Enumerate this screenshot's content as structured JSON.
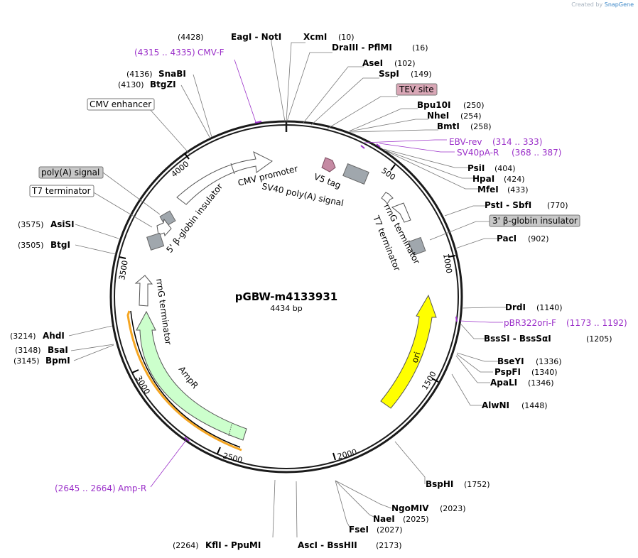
{
  "creator": {
    "prefix": "Created by",
    "brand": "SnapGene"
  },
  "plasmid": {
    "name": "pGBW-m4133931",
    "size_label": "4434 bp",
    "length": 4434
  },
  "ticks": [
    "500",
    "1000",
    "1500",
    "2000",
    "2500",
    "3000",
    "3500",
    "4000"
  ],
  "sites": [
    {
      "id": "eagi-noti",
      "name": "EagI  -  NotI",
      "pos": "(4428)",
      "bp": 4428
    },
    {
      "id": "xcmi",
      "name": "XcmI",
      "pos": "(10)",
      "bp": 10
    },
    {
      "id": "draiii-pflmi",
      "name": "DraIII  -  PflMI",
      "pos": "(16)",
      "bp": 16
    },
    {
      "id": "asei",
      "name": "AseI",
      "pos": "(102)",
      "bp": 102
    },
    {
      "id": "sspi",
      "name": "SspI",
      "pos": "(149)",
      "bp": 149
    },
    {
      "id": "bpu10i",
      "name": "Bpu10I",
      "pos": "(250)",
      "bp": 250
    },
    {
      "id": "nhei",
      "name": "NheI",
      "pos": "(254)",
      "bp": 254
    },
    {
      "id": "bmti",
      "name": "BmtI",
      "pos": "(258)",
      "bp": 258
    },
    {
      "id": "psii",
      "name": "PsiI",
      "pos": "(404)",
      "bp": 404
    },
    {
      "id": "hpai",
      "name": "HpaI",
      "pos": "(424)",
      "bp": 424
    },
    {
      "id": "mfei",
      "name": "MfeI",
      "pos": "(433)",
      "bp": 433
    },
    {
      "id": "psti-sbfi",
      "name": "PstI  -  SbfI",
      "pos": "(770)",
      "bp": 770
    },
    {
      "id": "paci",
      "name": "PacI",
      "pos": "(902)",
      "bp": 902
    },
    {
      "id": "drdi",
      "name": "DrdI",
      "pos": "(1140)",
      "bp": 1140
    },
    {
      "id": "bsssi",
      "name": "BssSI  -  BssSαI",
      "pos": "(1205)",
      "bp": 1205
    },
    {
      "id": "bseyi",
      "name": "BseYI",
      "pos": "(1336)",
      "bp": 1336
    },
    {
      "id": "pspfi",
      "name": "PspFI",
      "pos": "(1340)",
      "bp": 1340
    },
    {
      "id": "apali",
      "name": "ApaLI",
      "pos": "(1346)",
      "bp": 1346
    },
    {
      "id": "alwni",
      "name": "AlwNI",
      "pos": "(1448)",
      "bp": 1448
    },
    {
      "id": "bsphi",
      "name": "BspHI",
      "pos": "(1752)",
      "bp": 1752
    },
    {
      "id": "ngomiv",
      "name": "NgoMIV",
      "pos": "(2023)",
      "bp": 2023
    },
    {
      "id": "naei",
      "name": "NaeI",
      "pos": "(2025)",
      "bp": 2025
    },
    {
      "id": "fsei",
      "name": "FseI",
      "pos": "(2027)",
      "bp": 2027
    },
    {
      "id": "asci",
      "name": "AscI  -  BssHII",
      "pos": "(2173)",
      "bp": 2173
    },
    {
      "id": "kfli",
      "name": "KflI  -  PpuMI",
      "pos": "(2264)",
      "bp": 2264
    },
    {
      "id": "bpmi",
      "name": "BpmI",
      "pos": "(3145)",
      "bp": 3145
    },
    {
      "id": "bsai",
      "name": "BsaI",
      "pos": "(3148)",
      "bp": 3148
    },
    {
      "id": "ahdi",
      "name": "AhdI",
      "pos": "(3214)",
      "bp": 3214
    },
    {
      "id": "btgi",
      "name": "BtgI",
      "pos": "(3505)",
      "bp": 3505
    },
    {
      "id": "asisi",
      "name": "AsiSI",
      "pos": "(3575)",
      "bp": 3575
    },
    {
      "id": "btgzi",
      "name": "BtgZI",
      "pos": "(4130)",
      "bp": 4130
    },
    {
      "id": "snabi",
      "name": "SnaBI",
      "pos": "(4136)",
      "bp": 4136
    }
  ],
  "primers": [
    {
      "id": "cmv-f",
      "name": "CMV-F",
      "range": "(4315 .. 4335)"
    },
    {
      "id": "ebv-rev",
      "name": "EBV-rev",
      "range": "(314 .. 333)"
    },
    {
      "id": "sv40pa-r",
      "name": "SV40pA-R",
      "range": "(368 .. 387)"
    },
    {
      "id": "pbr322ori-f",
      "name": "pBR322ori-F",
      "range": "(1173 .. 1192)"
    },
    {
      "id": "amp-r",
      "name": "Amp-R",
      "range": "(2645 .. 2664)"
    }
  ],
  "boxed_labels": [
    {
      "id": "tev-site",
      "text": "TEV site",
      "fill": "#d9a7b6"
    },
    {
      "id": "beta-globin-3",
      "text": "3' β-globin insulator",
      "fill": "#c8c8c8"
    },
    {
      "id": "cmv-enhancer",
      "text": "CMV enhancer",
      "fill": "#ffffff"
    },
    {
      "id": "polya-signal",
      "text": "poly(A) signal",
      "fill": "#c8c8c8"
    },
    {
      "id": "t7-terminator",
      "text": "T7 terminator",
      "fill": "#ffffff"
    }
  ],
  "features": [
    {
      "id": "cmv-promoter",
      "text": "CMV promoter"
    },
    {
      "id": "beta-globin-5",
      "text": "5' β-globin insulator"
    },
    {
      "id": "v5-tag",
      "text": "V5 tag"
    },
    {
      "id": "sv40-polya",
      "text": "SV40 poly(A) signal"
    },
    {
      "id": "rrng-terminator-1",
      "text": "rrnG terminator"
    },
    {
      "id": "t7-terminator-inner",
      "text": "T7 terminator"
    },
    {
      "id": "ori",
      "text": "ori"
    },
    {
      "id": "rrng-terminator-2",
      "text": "rrnG terminator"
    },
    {
      "id": "ampr",
      "text": "AmpR"
    }
  ],
  "colors": {
    "backbone": "#1a1a1a",
    "primer": "#9b30c9",
    "ori": "#ffff00",
    "ampr": "#ccffcc",
    "ampr_outline": "#f5a623",
    "v5": "#c58aa3",
    "grey": "#a0a7ad",
    "white_feature": "#ffffff"
  }
}
